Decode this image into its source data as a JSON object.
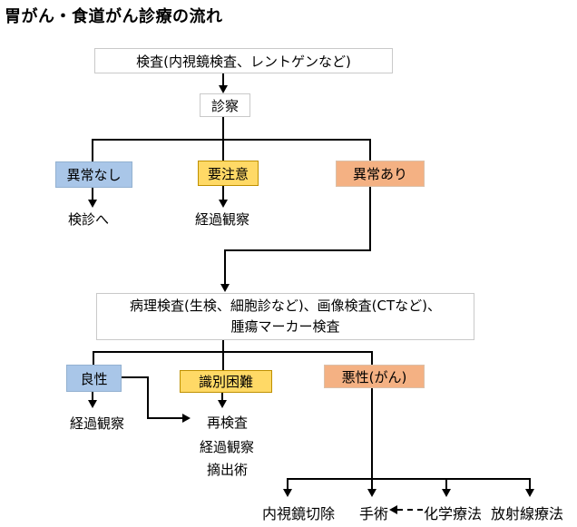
{
  "title": "胃がん・食道がん診療の流れ",
  "colors": {
    "blue_fill": "#a9c6e8",
    "yellow_fill": "#ffd966",
    "yellow_border": "#bf9000",
    "orange_fill": "#f4b183",
    "box_border": "#c9c9c9",
    "line": "#000000"
  },
  "nodes": {
    "exam": "検査(内視鏡検査、レントゲンなど)",
    "consult": "診察",
    "no_abnormality": "異常なし",
    "caution": "要注意",
    "abnormality": "異常あり",
    "to_checkup": "検診へ",
    "followup1": "経過観察",
    "pathology_line1": "病理検査(生検、細胞診など)、画像検査(CTなど)、",
    "pathology_line2": "腫瘍マーカー検査",
    "benign": "良性",
    "hard_to_identify": "識別困難",
    "malignant": "悪性(がん)",
    "followup2": "経過観察",
    "reexam": "再検査",
    "followup3": "経過観察",
    "excision": "摘出術",
    "endoscopic_resection": "内視鏡切除",
    "surgery": "手術",
    "chemotherapy": "化学療法",
    "radiotherapy": "放射線療法"
  }
}
